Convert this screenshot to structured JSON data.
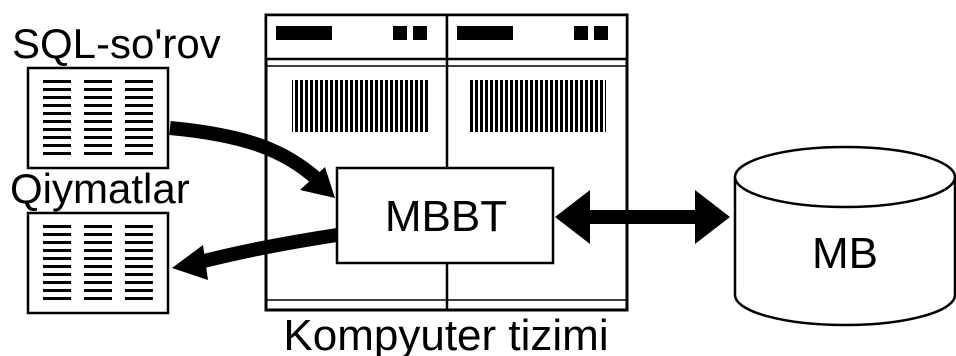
{
  "labels": {
    "query": "SQL-so'rov",
    "values": "Qiymatlar",
    "dbms": "MBBT",
    "database": "MB",
    "system": "Kompyuter tizimi"
  },
  "colors": {
    "ink": "#000000",
    "paper": "#ffffff"
  },
  "icons": {
    "query_doc": "document-icon",
    "result_doc": "document-icon",
    "server": "server-cabinet-icon",
    "database": "database-cylinder-icon"
  }
}
